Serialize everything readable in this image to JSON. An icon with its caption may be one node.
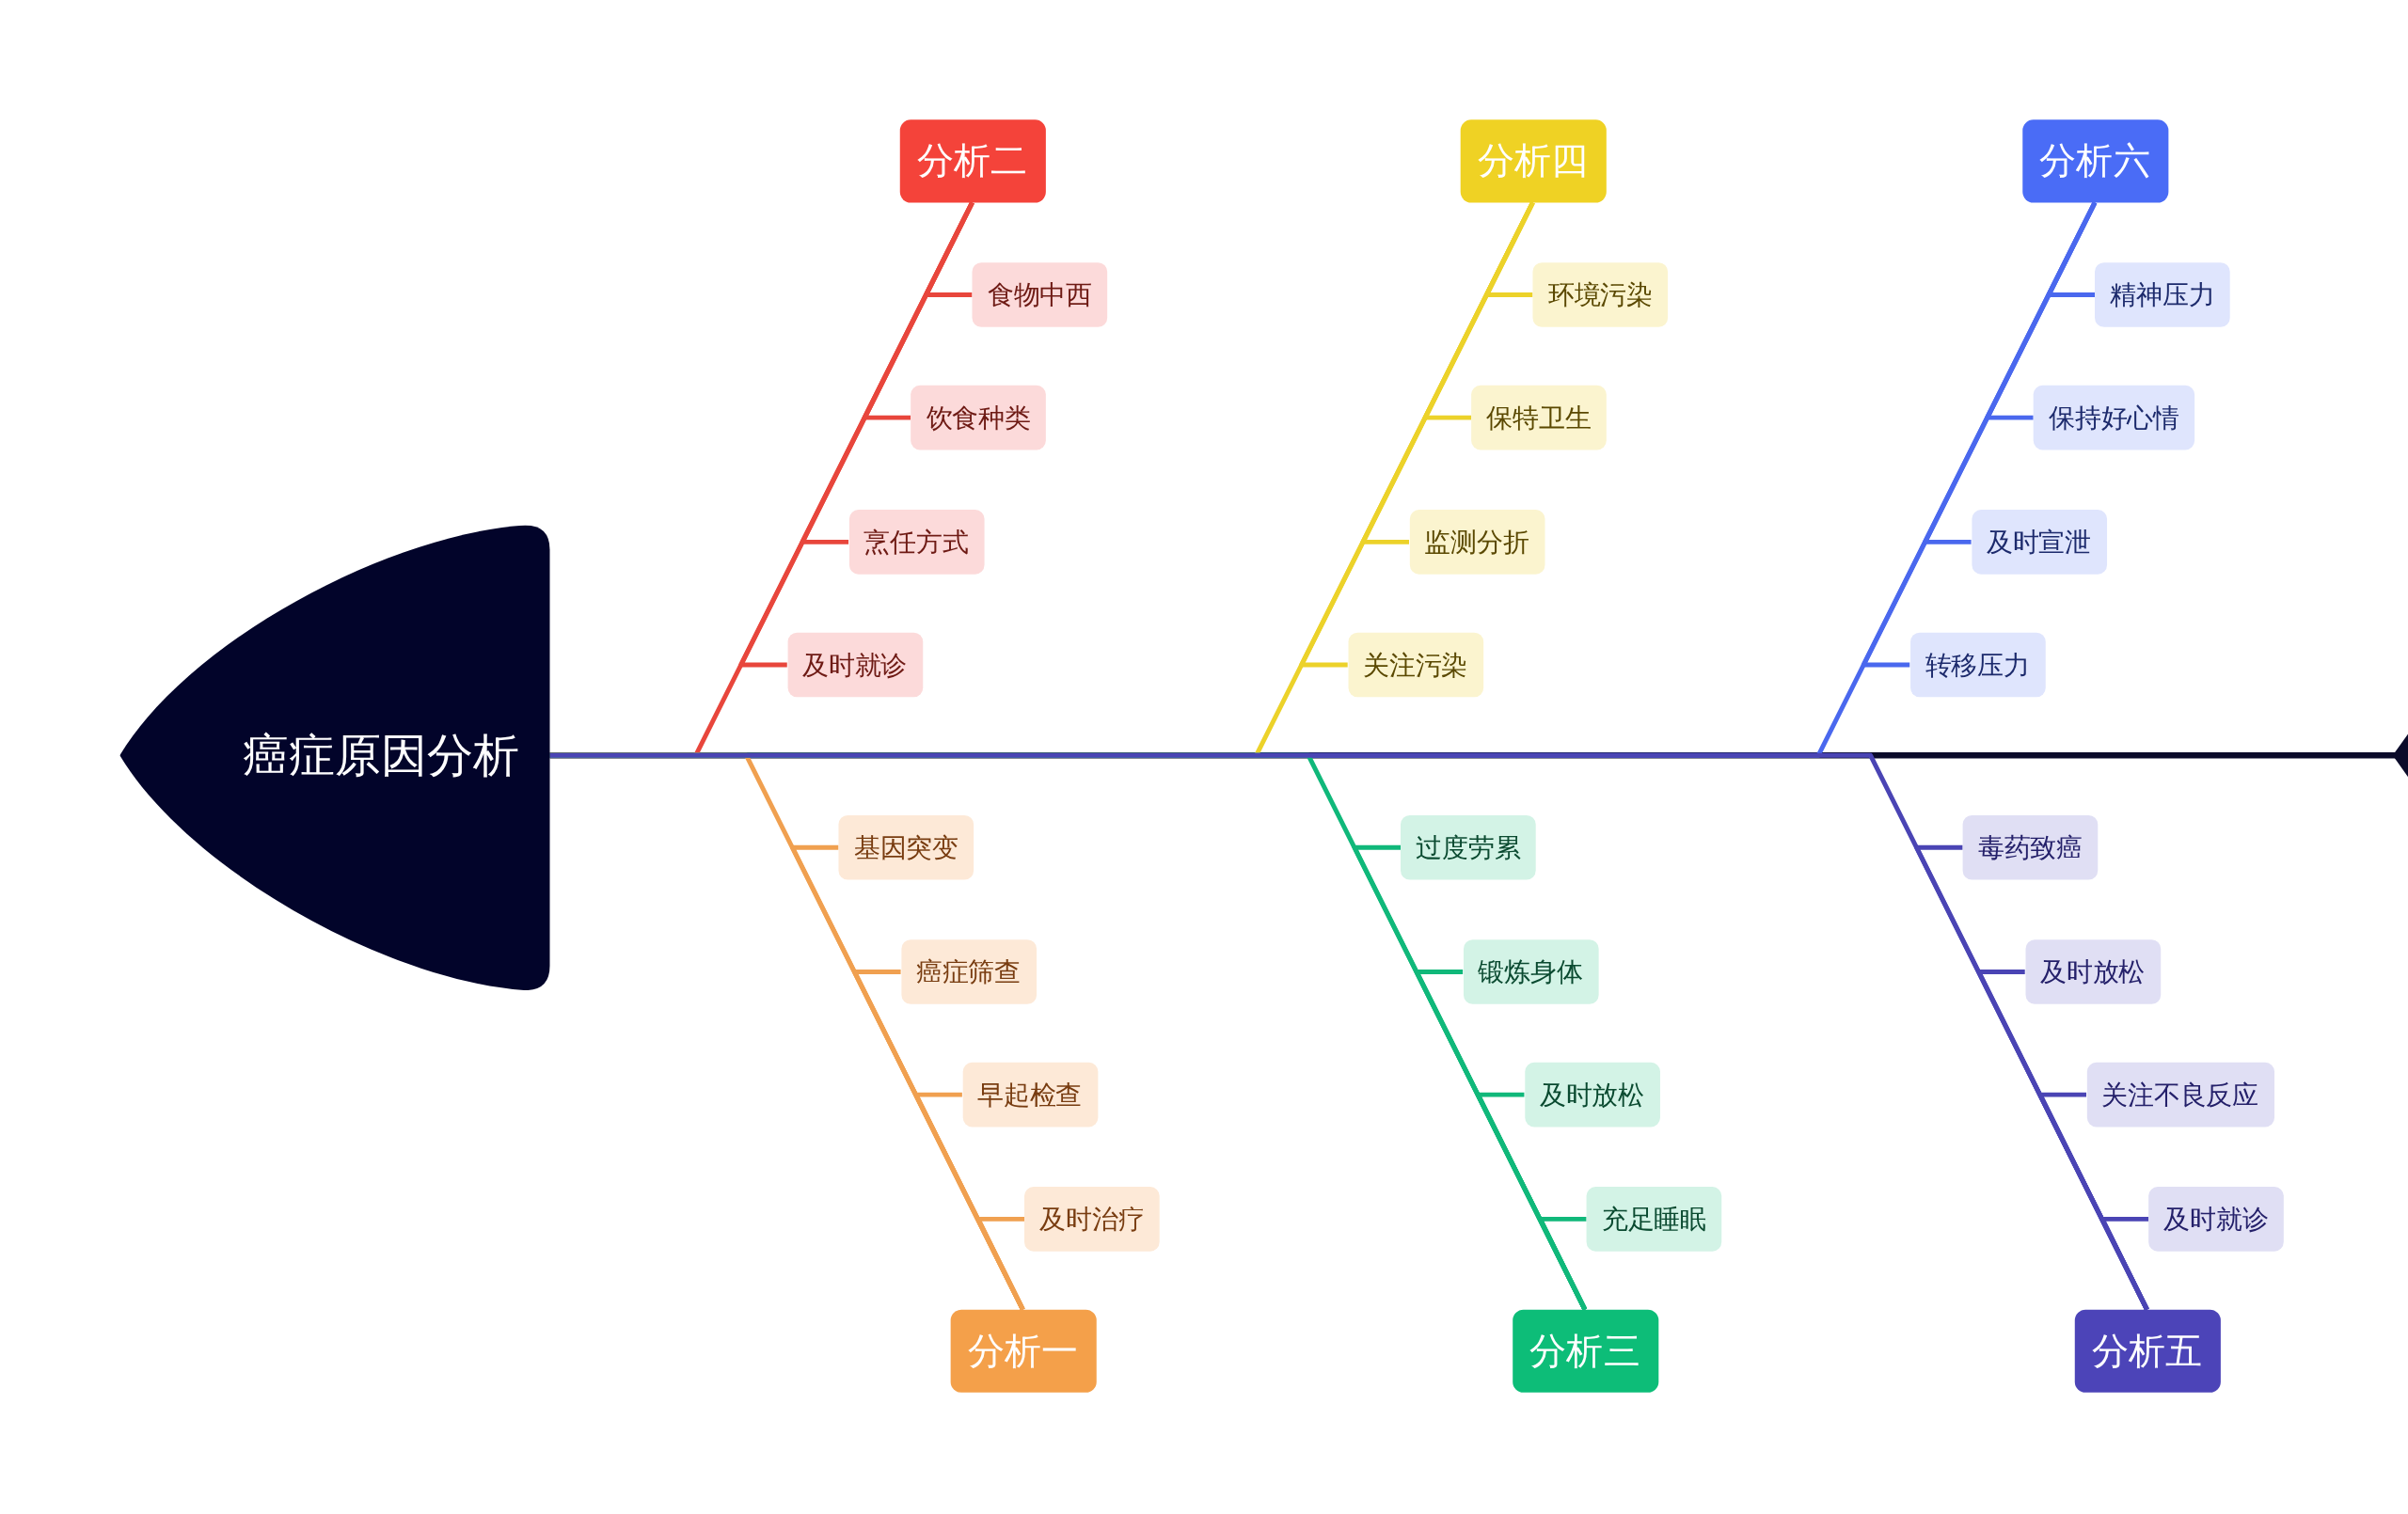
{
  "diagram": {
    "nodes": [
      {
        "text": [
          "癌症原因分析"
        ]
      },
      {
        "text": [
          "分析二"
        ]
      },
      {
        "text": [
          "食物中西"
        ]
      },
      {
        "text": [
          "饮食种类"
        ]
      },
      {
        "text": [
          "烹任方式"
        ]
      },
      {
        "text": [
          "及时就诊"
        ]
      },
      {
        "text": [
          "分析四"
        ]
      },
      {
        "text": [
          "环境污染"
        ]
      },
      {
        "text": [
          "保特卫生"
        ]
      },
      {
        "text": [
          "监测分折"
        ]
      },
      {
        "text": [
          "关注污染"
        ]
      },
      {
        "text": [
          "分析六"
        ]
      },
      {
        "text": [
          "精神压力"
        ]
      },
      {
        "text": [
          "保持好心情"
        ]
      },
      {
        "text": [
          "及时宣泄"
        ]
      },
      {
        "text": [
          "转移压力"
        ]
      },
      {
        "text": [
          "分析一"
        ]
      },
      {
        "text": [
          "基因突变"
        ]
      },
      {
        "text": [
          "癌症筛查"
        ]
      },
      {
        "text": [
          "早起检查"
        ]
      },
      {
        "text": [
          "及时治疗"
        ]
      },
      {
        "text": [
          "分析三"
        ]
      },
      {
        "text": [
          "过度劳累"
        ]
      },
      {
        "text": [
          "锻炼身体"
        ]
      },
      {
        "text": [
          "及时放松"
        ]
      },
      {
        "text": [
          "充足睡眠"
        ]
      },
      {
        "text": [
          "分析五"
        ]
      },
      {
        "text": [
          "毒药致癌"
        ]
      },
      {
        "text": [
          "及时放松"
        ]
      },
      {
        "text": [
          "关注不良反应"
        ]
      },
      {
        "text": [
          "及时就诊"
        ]
      }
    ],
    "edges": [
      {
        "from": 1,
        "to": 0,
        "arrow": "none",
        "color": "#e8463c"
      },
      {
        "from": 2,
        "to": 1,
        "arrow": "none",
        "color": "#e8463c"
      },
      {
        "from": 3,
        "to": 1,
        "arrow": "none",
        "color": "#e8463c"
      },
      {
        "from": 4,
        "to": 1,
        "arrow": "none",
        "color": "#e8463c"
      },
      {
        "from": 5,
        "to": 1,
        "arrow": "none",
        "color": "#e8463c"
      },
      {
        "from": 6,
        "to": 0,
        "arrow": "none",
        "color": "#ecd22a"
      },
      {
        "from": 7,
        "to": 6,
        "arrow": "none",
        "color": "#ecd22a"
      },
      {
        "from": 8,
        "to": 6,
        "arrow": "none",
        "color": "#ecd22a"
      },
      {
        "from": 9,
        "to": 6,
        "arrow": "none",
        "color": "#ecd22a"
      },
      {
        "from": 10,
        "to": 6,
        "arrow": "none",
        "color": "#ecd22a"
      },
      {
        "from": 11,
        "to": 0,
        "arrow": "none",
        "color": "#4a68ee"
      },
      {
        "from": 12,
        "to": 11,
        "arrow": "none",
        "color": "#4a68ee"
      },
      {
        "from": 13,
        "to": 11,
        "arrow": "none",
        "color": "#4a68ee"
      },
      {
        "from": 14,
        "to": 11,
        "arrow": "none",
        "color": "#4a68ee"
      },
      {
        "from": 15,
        "to": 11,
        "arrow": "none",
        "color": "#4a68ee"
      },
      {
        "from": 16,
        "to": 0,
        "arrow": "none",
        "color": "#f0a050"
      },
      {
        "from": 17,
        "to": 16,
        "arrow": "none",
        "color": "#f0a050"
      },
      {
        "from": 18,
        "to": 16,
        "arrow": "none",
        "color": "#f0a050"
      },
      {
        "from": 19,
        "to": 16,
        "arrow": "none",
        "color": "#f0a050"
      },
      {
        "from": 20,
        "to": 16,
        "arrow": "none",
        "color": "#f0a050"
      },
      {
        "from": 21,
        "to": 0,
        "arrow": "none",
        "color": "#10b87a"
      },
      {
        "from": 22,
        "to": 21,
        "arrow": "none",
        "color": "#10b87a"
      },
      {
        "from": 23,
        "to": 21,
        "arrow": "none",
        "color": "#10b87a"
      },
      {
        "from": 24,
        "to": 21,
        "arrow": "none",
        "color": "#10b87a"
      },
      {
        "from": 25,
        "to": 21,
        "arrow": "none",
        "color": "#10b87a"
      },
      {
        "from": 26,
        "to": 0,
        "arrow": "none",
        "color": "#4a44b4"
      },
      {
        "from": 27,
        "to": 26,
        "arrow": "none",
        "color": "#4a44b4"
      },
      {
        "from": 28,
        "to": 26,
        "arrow": "none",
        "color": "#4a44b4"
      },
      {
        "from": 29,
        "to": 26,
        "arrow": "none",
        "color": "#4a44b4"
      },
      {
        "from": 30,
        "to": 26,
        "arrow": "none",
        "color": "#4a44b4"
      }
    ]
  }
}
